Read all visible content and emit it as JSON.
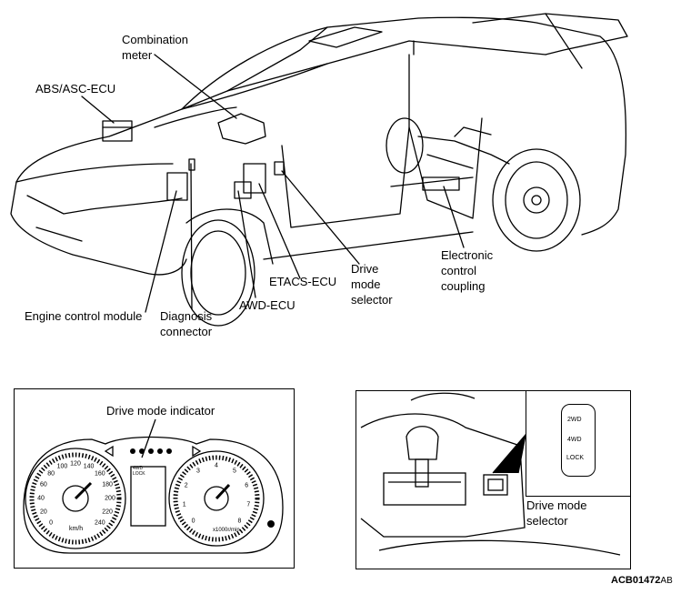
{
  "labels": {
    "combination_meter": "Combination\nmeter",
    "abs_asc_ecu": "ABS/ASC-ECU",
    "engine_control_module": "Engine control module",
    "diagnosis_connector": "Diagnosis\nconnector",
    "awd_ecu": "AWD-ECU",
    "etacs_ecu": "ETACS-ECU",
    "drive_mode_selector": "Drive\nmode\nselector",
    "electronic_control_coupling": "Electronic\ncontrol\ncoupling",
    "drive_mode_indicator": "Drive mode indicator",
    "drive_mode_selector_inset": "Drive mode\nselector"
  },
  "meter": {
    "speed_unit": "km/h",
    "rpm_unit": "x1000r/min",
    "speed_ticks": [
      "0",
      "20",
      "40",
      "60",
      "80",
      "100",
      "120",
      "140",
      "160",
      "180",
      "200",
      "220",
      "240"
    ],
    "rpm_ticks": [
      "0",
      "1",
      "2",
      "3",
      "4",
      "5",
      "6",
      "7",
      "8"
    ],
    "indicator_text": "4WD\nLOCK"
  },
  "switch": {
    "pos1": "2WD",
    "pos2": "4WD",
    "pos3": "LOCK"
  },
  "figure_code": "ACB01472",
  "figure_suffix": "AB"
}
